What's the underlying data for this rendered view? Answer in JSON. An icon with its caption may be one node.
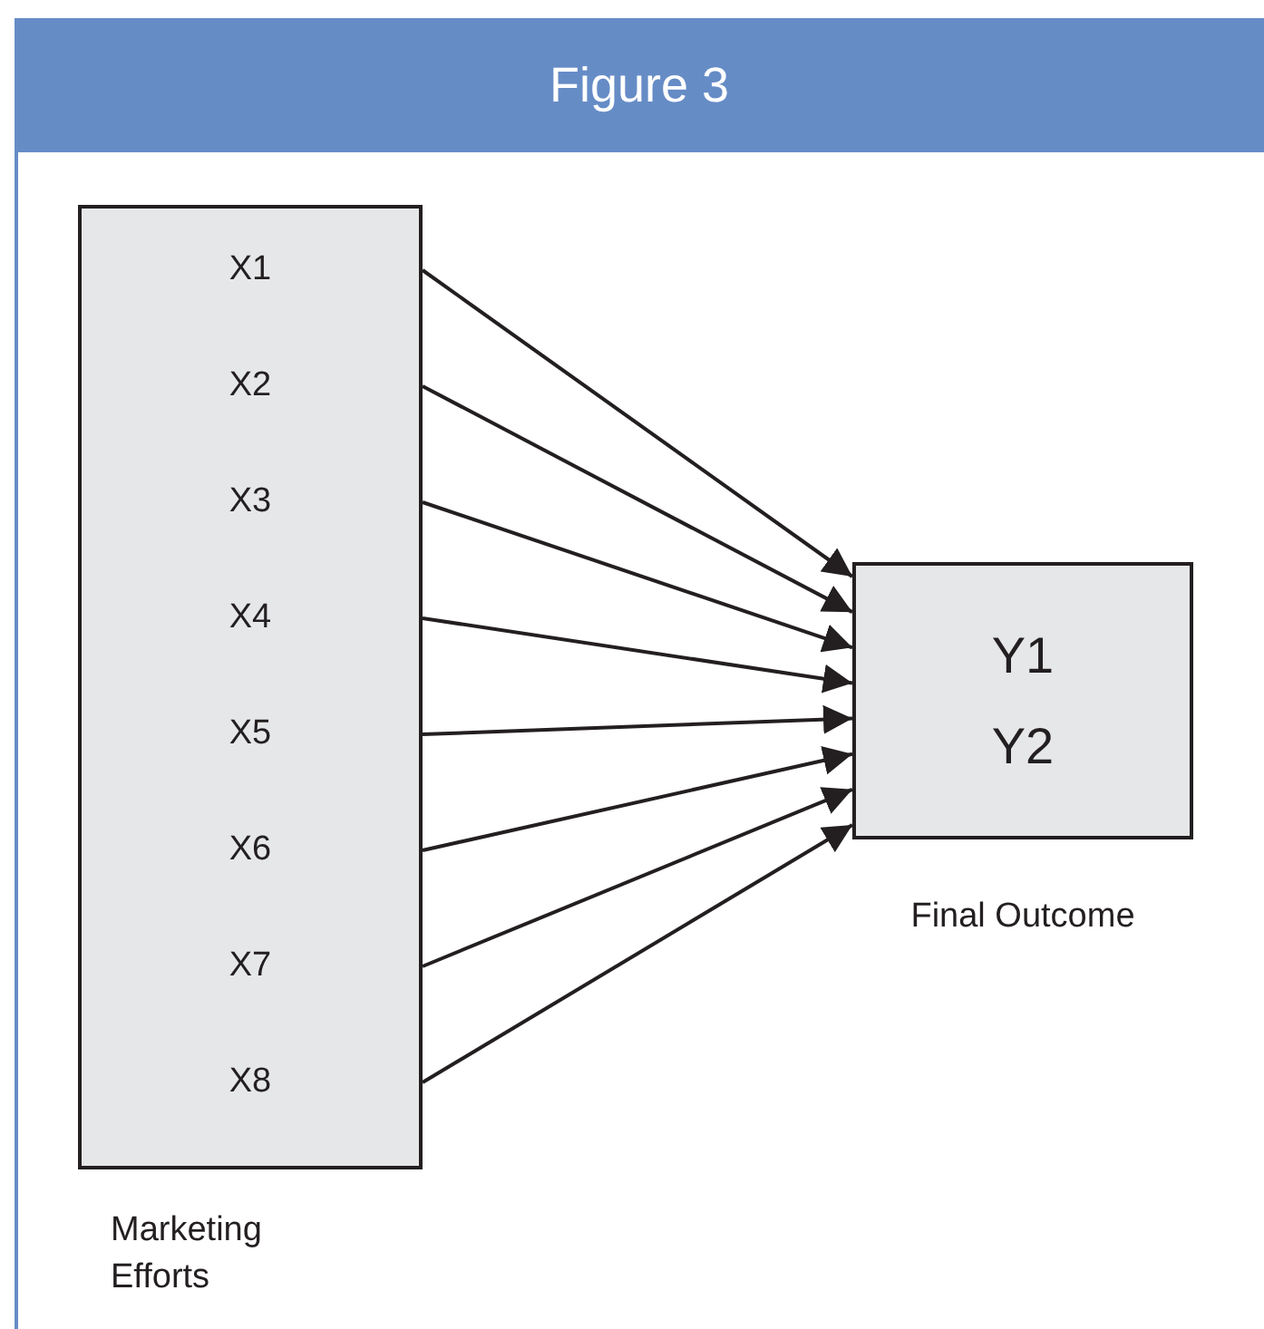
{
  "diagram": {
    "title": "Figure 3",
    "nodes": [
      {
        "text": [
          "X1",
          "X2",
          "X3",
          "X4",
          "X5",
          "X6",
          "X7",
          "X8"
        ],
        "beside": [
          "Marketing Efforts"
        ]
      },
      {
        "text": [
          "Y1",
          "Y2"
        ],
        "beside": [
          "Final Outcome"
        ]
      }
    ],
    "edges": [
      {
        "from": 0,
        "to": 1,
        "arrow": "to"
      },
      {
        "from": 0,
        "to": 1,
        "arrow": "to"
      },
      {
        "from": 0,
        "to": 1,
        "arrow": "to"
      },
      {
        "from": 0,
        "to": 1,
        "arrow": "to"
      },
      {
        "from": 0,
        "to": 1,
        "arrow": "to"
      },
      {
        "from": 0,
        "to": 1,
        "arrow": "to"
      },
      {
        "from": 0,
        "to": 1,
        "arrow": "to"
      },
      {
        "from": 0,
        "to": 1,
        "arrow": "to"
      }
    ]
  }
}
